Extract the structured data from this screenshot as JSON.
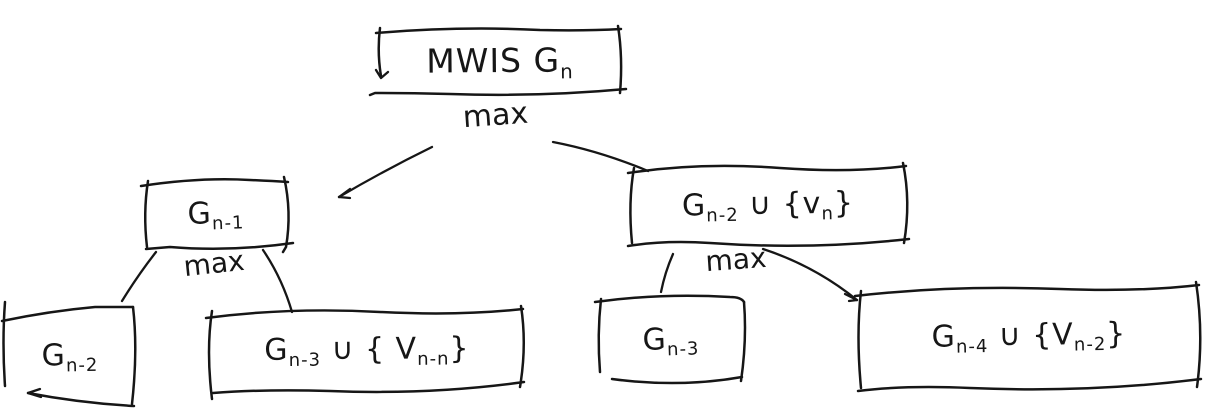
{
  "colors": {
    "ink": "#161616",
    "background": "#ffffff"
  },
  "nodes": {
    "root": {
      "parts": [
        "MWIS G",
        "n"
      ]
    },
    "left_child": {
      "parts": [
        "G",
        "n-1"
      ]
    },
    "right_child": {
      "parts": [
        "G",
        "n-2",
        " ∪ {v",
        "n",
        "}"
      ]
    },
    "leaf_left_1": {
      "parts": [
        "G",
        "n-2"
      ]
    },
    "leaf_left_2": {
      "parts": [
        "G",
        "n-3",
        " ∪ { V",
        "n-n",
        "}"
      ]
    },
    "leaf_right_1": {
      "parts": [
        "G",
        "n-3"
      ]
    },
    "leaf_right_2": {
      "parts": [
        "G",
        "n-4",
        " ∪ {V",
        "n-2",
        "}"
      ]
    }
  },
  "labels": {
    "max_root": "max",
    "max_left": "max",
    "max_right": "max"
  }
}
